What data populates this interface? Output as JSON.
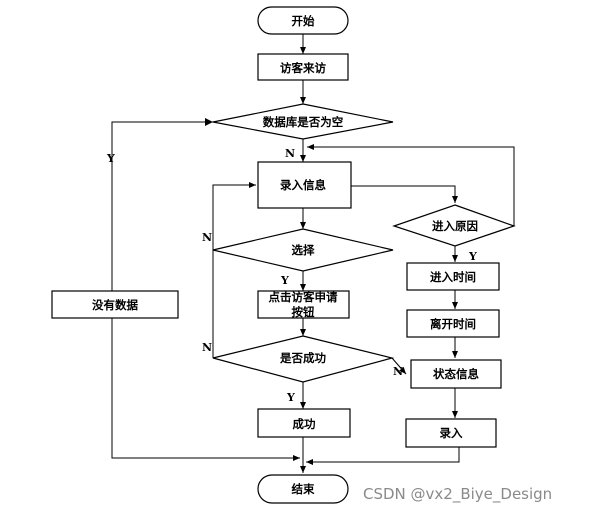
{
  "nodes": {
    "start": "开始",
    "visitor_arrives": "访客来访",
    "db_empty": "数据库是否为空",
    "record_info": "录入信息",
    "choose": "选择",
    "click_apply_line1": "点击访客申请",
    "click_apply_line2": "按钮",
    "is_success": "是否成功",
    "success": "成功",
    "enter_reason": "进入原因",
    "entry_time": "进入时间",
    "leave_time": "离开时间",
    "status_info": "状态信息",
    "record": "录入",
    "no_data": "没有数据",
    "end": "结束"
  },
  "edge_labels": {
    "db_empty_yes": "Y",
    "db_empty_no": "N",
    "choose_no": "N",
    "choose_yes": "Y",
    "success_no": "N",
    "success_yes": "Y",
    "success_no_right": "N",
    "reason_yes": "Y"
  },
  "watermark": "CSDN @vx2_Biye_Design"
}
